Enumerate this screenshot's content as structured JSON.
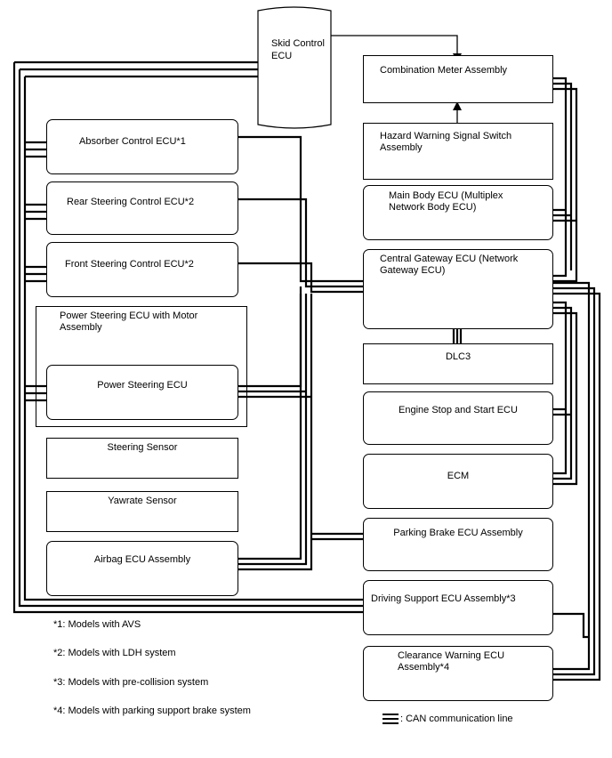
{
  "ecus": {
    "skid": "Skid Control\nECU",
    "combination_meter": "Combination Meter Assembly",
    "hazard_switch": "Hazard Warning Signal Switch\nAssembly",
    "main_body": "Main Body ECU (Multiplex\nNetwork Body ECU)",
    "central_gateway": "Central Gateway ECU (Network\nGateway ECU)",
    "dlc3": "DLC3",
    "engine_stop_start": "Engine Stop and Start ECU",
    "ecm": "ECM",
    "parking_brake": "Parking Brake ECU Assembly",
    "driving_support": "Driving Support ECU Assembly*3",
    "clearance_warning": "Clearance Warning ECU\nAssembly*4",
    "absorber": "Absorber Control ECU*1",
    "rear_steering": "Rear Steering Control ECU*2",
    "front_steering": "Front Steering Control ECU*2",
    "power_steering_motor": "Power Steering ECU with Motor\nAssembly",
    "power_steering": "Power Steering ECU",
    "steering_sensor": "Steering Sensor",
    "yawrate_sensor": "Yawrate Sensor",
    "airbag": "Airbag ECU Assembly"
  },
  "notes": [
    "*1: Models with AVS",
    "*2: Models with LDH system",
    "*3: Models with pre-collision system",
    "*4: Models with parking support brake system"
  ],
  "legend": {
    "label": ": CAN communication line"
  }
}
